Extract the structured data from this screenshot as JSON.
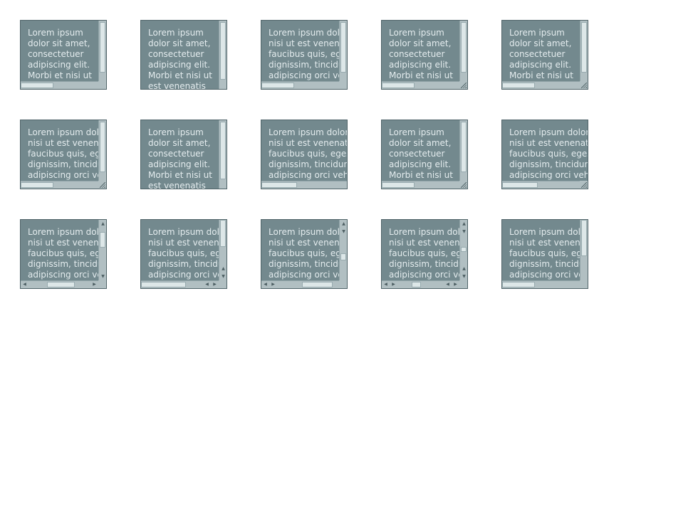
{
  "texts": {
    "narrow": [
      "Lorem ipsum",
      "dolor sit amet,",
      "consectetuer",
      "adipiscing elit.",
      "Morbi et nisi ut",
      "est venenatis"
    ],
    "wide": [
      "Lorem ipsum dolor sit amet,",
      "nisi ut est venenatis molestie.",
      "faucibus quis, egestas",
      "dignissim, tincidunt",
      "adipiscing orci vehicula"
    ]
  },
  "arrows": {
    "up": "▲",
    "down": "▼",
    "left": "◀",
    "right": "▶"
  },
  "boxes": [
    {
      "text": "narrow",
      "v": {
        "thumb": [
          0.02,
          0.86
        ]
      },
      "h": {
        "thumb": [
          0.0,
          0.42
        ]
      },
      "corner": "plain"
    },
    {
      "text": "narrow",
      "v": {
        "thumb": [
          0.02,
          0.86
        ]
      },
      "corner": "none"
    },
    {
      "text": "wide",
      "v": {
        "thumb": [
          0.02,
          0.86
        ]
      },
      "h": {
        "thumb": [
          0.0,
          0.42
        ]
      },
      "corner": "plain"
    },
    {
      "text": "narrow",
      "v": {
        "thumb": [
          0.02,
          0.86
        ]
      },
      "h": {
        "thumb": [
          0.0,
          0.42
        ]
      },
      "corner": "grip"
    },
    {
      "text": "narrow",
      "v": {
        "thumb": [
          0.02,
          0.86
        ]
      },
      "h": {
        "thumb": [
          0.0,
          0.42
        ]
      },
      "corner": "grip"
    },
    {
      "text": "wide",
      "v": {
        "thumb": [
          0.02,
          0.86
        ]
      },
      "h": {
        "thumb": [
          0.0,
          0.42
        ]
      },
      "corner": "grip"
    },
    {
      "text": "narrow",
      "v": {
        "thumb": [
          0.02,
          0.86
        ]
      },
      "corner": "none"
    },
    {
      "text": "wide",
      "h": {
        "thumb": [
          0.0,
          0.42
        ]
      },
      "corner": "none"
    },
    {
      "text": "narrow",
      "v": {
        "thumb": [
          0.02,
          0.86
        ]
      },
      "h": {
        "thumb": [
          0.0,
          0.42
        ]
      },
      "corner": "grip"
    },
    {
      "text": "wide",
      "h": {
        "thumb": [
          0.0,
          0.42
        ]
      },
      "corner": "grip"
    },
    {
      "text": "wide",
      "v": {
        "thumb": [
          0.1,
          0.45
        ],
        "arrows": "split"
      },
      "h": {
        "thumb": [
          0.3,
          0.75
        ],
        "arrows": "split"
      },
      "corner": "plain"
    },
    {
      "text": "wide",
      "v": {
        "thumb": [
          0.0,
          0.6
        ],
        "arrows": "end"
      },
      "h": {
        "thumb": [
          0.0,
          0.72
        ],
        "arrows": "end"
      },
      "corner": "plain"
    },
    {
      "text": "wide",
      "v": {
        "thumb": [
          0.4,
          0.55
        ],
        "arrows": "start"
      },
      "h": {
        "thumb": [
          0.4,
          0.9
        ],
        "arrows": "start"
      },
      "corner": "plain"
    },
    {
      "text": "wide",
      "v": {
        "thumb": [
          0.4,
          0.55
        ],
        "arrows": "double"
      },
      "h": {
        "thumb": [
          0.3,
          0.5
        ],
        "arrows": "double"
      },
      "corner": "plain"
    },
    {
      "text": "wide",
      "v": {
        "thumb": [
          0.0,
          0.6
        ]
      },
      "h": {
        "thumb": [
          0.0,
          0.42
        ]
      },
      "corner": "plain"
    }
  ]
}
